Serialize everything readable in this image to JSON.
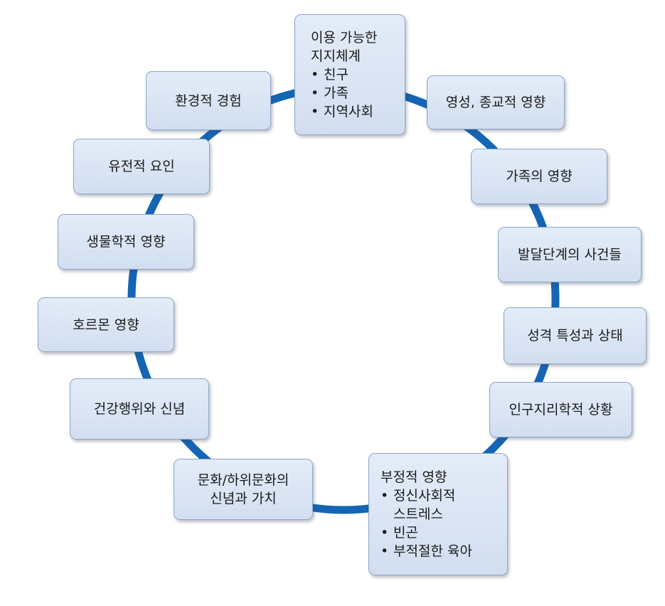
{
  "ring_color": "#1565b5",
  "box_fill": "#d8e3f3",
  "box_border": "#8da6c8",
  "nodes": {
    "support": {
      "title_line1": "이용 가능한",
      "title_line2": "지지체계",
      "bullets": [
        "친구",
        "가족",
        "지역사회"
      ]
    },
    "spiritual": {
      "label": "영성, 종교적 영향"
    },
    "family": {
      "label": "가족의 영향"
    },
    "developmental": {
      "label": "발달단계의 사건들"
    },
    "personality": {
      "label": "성격 특성과 상태"
    },
    "demographic": {
      "label": "인구지리학적 상황"
    },
    "negative": {
      "title": "부정적 영향",
      "bullets": [
        "정신사회적 스트레스",
        "빈곤",
        "부적절한 육아"
      ]
    },
    "culture": {
      "line1": "문화/하위문화의",
      "line2": "신념과 가치"
    },
    "health": {
      "label": "건강행위와 신념"
    },
    "hormone": {
      "label": "호르몬 영향"
    },
    "biological": {
      "label": "생물학적 영향"
    },
    "genetic": {
      "label": "유전적 요인"
    },
    "environment": {
      "label": "환경적 경험"
    }
  }
}
